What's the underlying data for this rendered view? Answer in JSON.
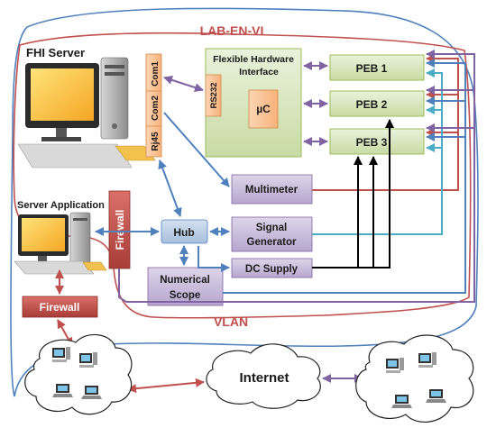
{
  "labels": {
    "lab": "LAB-EN-VI",
    "vlan": "VLAN",
    "fhi_server": "FHI Server",
    "server_application": "Server Application",
    "internet": "Internet"
  },
  "ports": {
    "com1": "Com1",
    "com2": "Com2",
    "rj45": "Rj45",
    "rs232": "RS232"
  },
  "boxes": {
    "fhi_line1": "Flexible Hardware",
    "fhi_line2": "Interface",
    "uc": "µC",
    "peb1": "PEB 1",
    "peb2": "PEB 2",
    "peb3": "PEB 3",
    "multimeter": "Multimeter",
    "signal_line1": "Signal",
    "signal_line2": "Generator",
    "dc_supply": "DC Supply",
    "scope_line1": "Numerical",
    "scope_line2": "Scope",
    "hub": "Hub",
    "firewall_vertical": "Firewall",
    "firewall_lower": "Firewall"
  },
  "colors": {
    "lab_border": "#c0504d",
    "outer_border": "#4f81bd",
    "box_green": "#dbe8c4",
    "box_purple": "#ccc0da",
    "port_orange": "#fac090",
    "hub_blue": "#b8cce4",
    "firewall": "#c0504d",
    "link_purple": "#8064a2",
    "link_blue": "#4f81bd",
    "link_red": "#c0504d",
    "link_cyan": "#4bacc6",
    "link_black": "#000000"
  }
}
